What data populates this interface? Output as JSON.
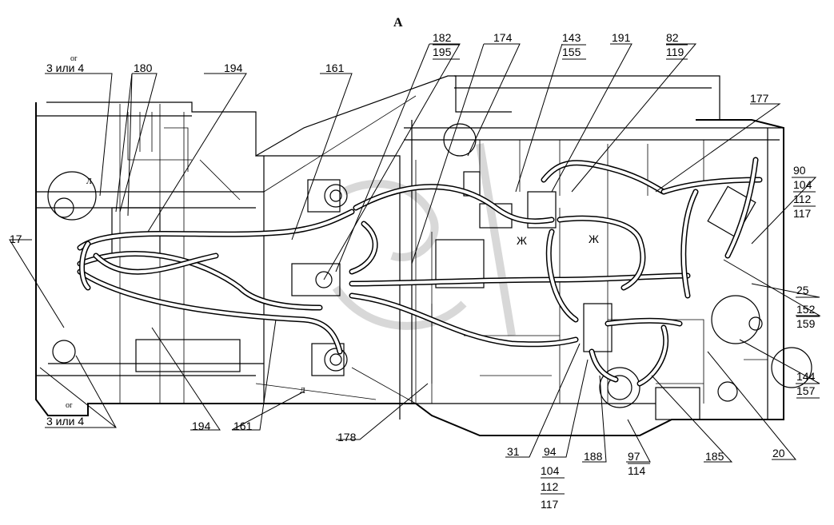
{
  "view_label": "A",
  "callouts": {
    "c3_top_note": "or",
    "c3_top": "3 или 4",
    "c180": "180",
    "c194_top": "194",
    "c161_top": "161",
    "c182": "182",
    "c195": "195",
    "c174": "174",
    "c143": "143",
    "c155": "155",
    "c191": "191",
    "c82": "82",
    "c119": "119",
    "c177": "177",
    "c90": "90",
    "c104_r": "104",
    "c112_r": "112",
    "c117_r": "117",
    "c17": "17",
    "c25": "25",
    "c152": "152",
    "c159": "159",
    "c144": "144",
    "c157": "157",
    "c20": "20",
    "c3_bot_note": "or",
    "c3_bot": "3 или 4",
    "c194_bot": "194",
    "c161_bot": "161",
    "c178": "178",
    "c31": "31",
    "c94": "94",
    "c104_b": "104",
    "c112_b": "112",
    "c117_b": "117",
    "c188": "188",
    "c97": "97",
    "c114": "114",
    "c185": "185"
  },
  "marks": {
    "zh1": "Ж",
    "zh2": "Ж",
    "l1": "Л",
    "l2": "Л"
  }
}
